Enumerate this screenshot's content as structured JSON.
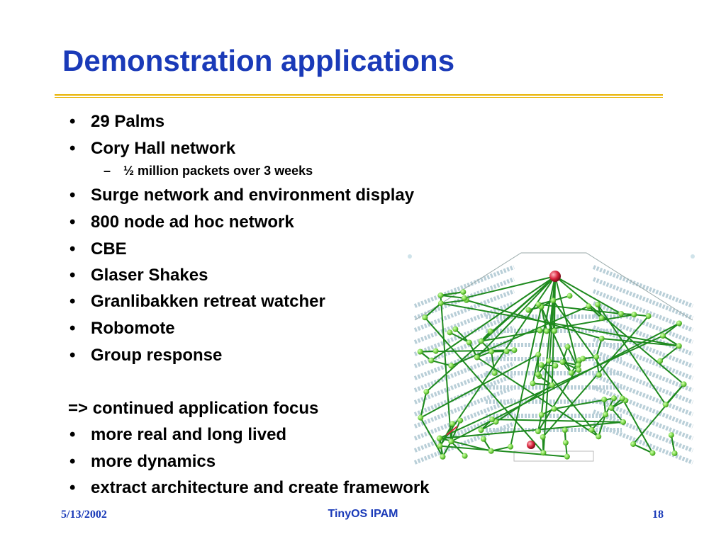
{
  "slide": {
    "title": "Demonstration applications",
    "bullets": [
      "29 Palms",
      "Cory Hall network",
      "Surge network and environment display",
      "800 node ad hoc network",
      "CBE",
      "Glaser Shakes",
      "Granlibakken retreat watcher",
      "Robomote",
      "Group response"
    ],
    "sub_bullet": "½ million packets over 3 weeks",
    "bullet_glyph": "•",
    "dash_glyph": "–",
    "conclusion": "=> continued application focus",
    "focus_bullets": [
      "more real and long lived",
      "more dynamics",
      "extract architecture and create framework"
    ]
  },
  "figure": {
    "node_color": "#7bd84a",
    "edge_color": "#1e8a1e",
    "root_color": "#d8243c"
  },
  "footer": {
    "date": "5/13/2002",
    "center": "TinyOS IPAM",
    "page": "18"
  },
  "colors": {
    "title": "#1a3ab8",
    "rule": "#e8b200",
    "text": "#000000"
  }
}
